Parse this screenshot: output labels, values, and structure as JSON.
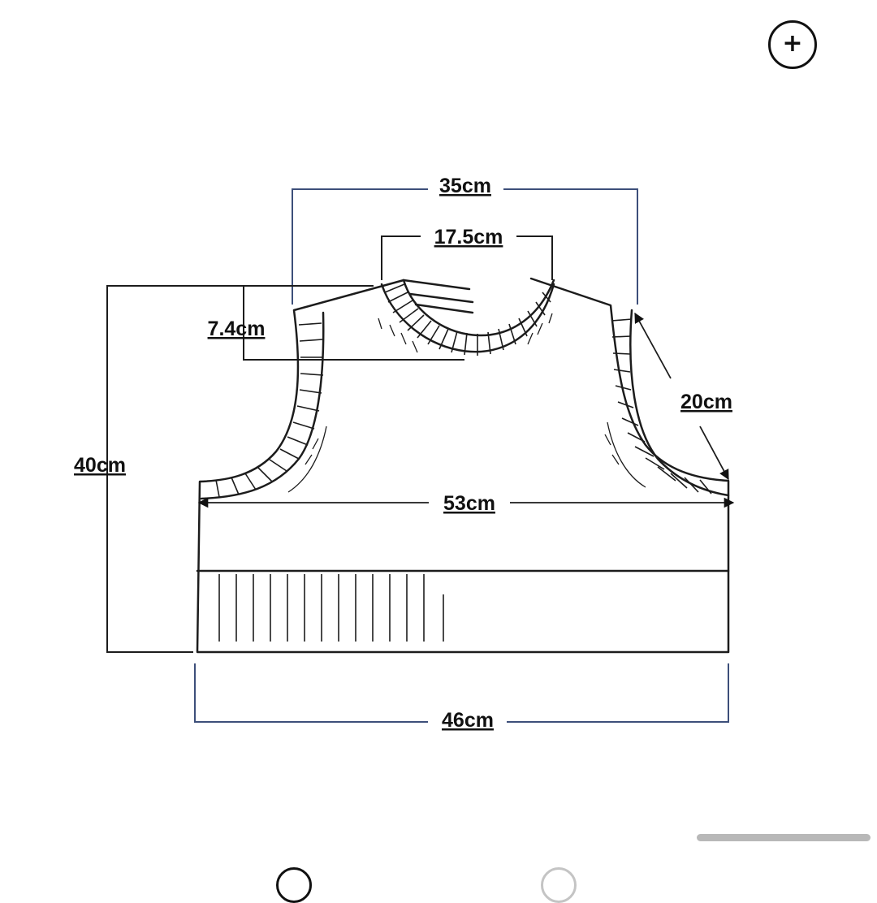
{
  "image": {
    "alt": "Hand-drawn sweater vest measurement diagram"
  },
  "dimensions": {
    "shoulder_width": "35cm",
    "neck_width": "17.5cm",
    "neck_depth": "7.4cm",
    "armhole": "20cm",
    "length": "40cm",
    "chest_width": "53cm",
    "hem_width": "46cm"
  },
  "controls": {
    "zoom_icon": "plus-in-circle-icon",
    "zoom_glyph": "+"
  },
  "carousel": {
    "slide_count": 2,
    "active_index": 0
  },
  "colors": {
    "dimension_line": "#3d4f7a",
    "sketch_line": "#1c1c1c",
    "text": "#111111",
    "scrollbar": "#b8b8b8",
    "inactive_dot": "#c4c4c4"
  }
}
